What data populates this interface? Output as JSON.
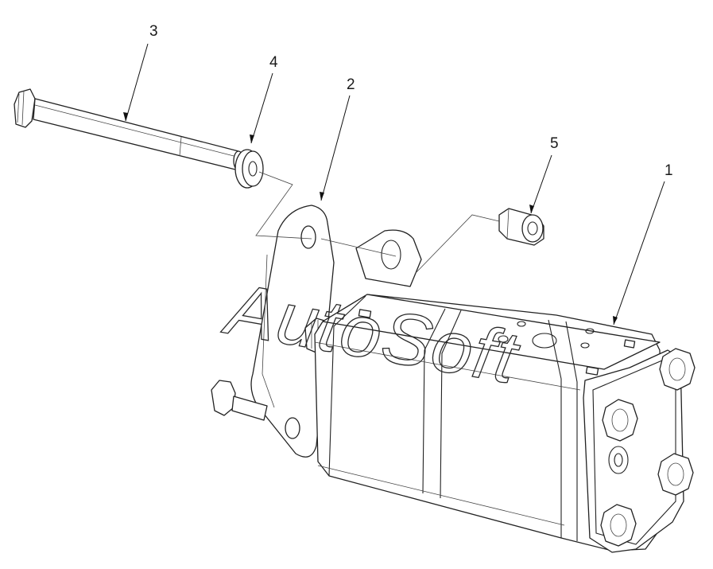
{
  "callouts": [
    {
      "id": "1",
      "label": "1"
    },
    {
      "id": "2",
      "label": "2"
    },
    {
      "id": "3",
      "label": "3"
    },
    {
      "id": "4",
      "label": "4"
    },
    {
      "id": "5",
      "label": "5"
    }
  ],
  "watermark": "AutoSoft"
}
